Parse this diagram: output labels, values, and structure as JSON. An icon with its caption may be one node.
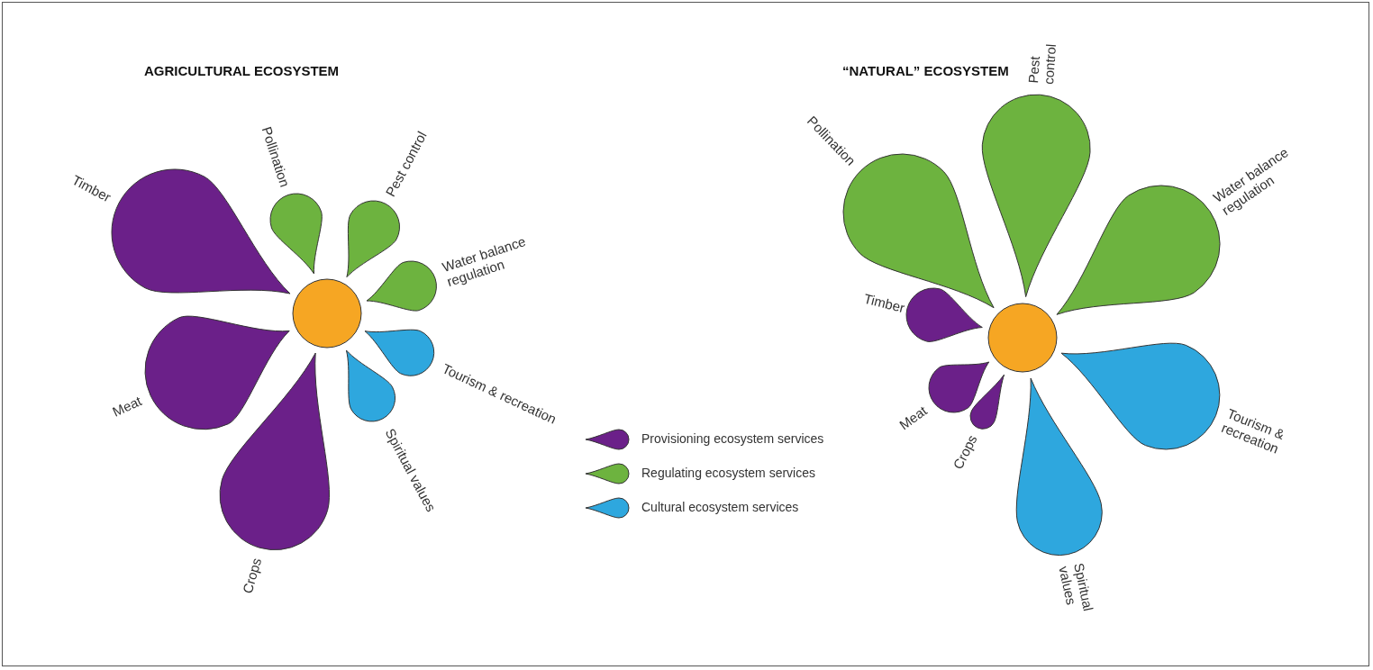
{
  "diagram": {
    "nodes": [
      {
        "text": [],
        "shape": "circle"
      },
      {
        "text": [],
        "shape": "petal",
        "beside": [
          "Pollination"
        ]
      },
      {
        "text": [],
        "shape": "petal",
        "beside": [
          "Pest control"
        ]
      },
      {
        "text": [],
        "shape": "petal",
        "beside": [
          "Water balance regulation"
        ]
      },
      {
        "text": [],
        "shape": "petal",
        "beside": [
          "Timber"
        ]
      },
      {
        "text": [],
        "shape": "petal",
        "beside": [
          "Tourism & recreation"
        ]
      },
      {
        "text": [],
        "shape": "petal",
        "beside": [
          "Meat"
        ]
      },
      {
        "text": [],
        "shape": "petal",
        "beside": [
          "Spiritual values"
        ]
      },
      {
        "text": [],
        "shape": "petal",
        "beside": [
          "Crops"
        ]
      },
      {
        "text": [],
        "shape": "circle"
      },
      {
        "text": [],
        "shape": "petal",
        "beside": [
          "Pollination"
        ]
      },
      {
        "text": [],
        "shape": "petal",
        "beside": [
          "Pest control"
        ]
      },
      {
        "text": [],
        "shape": "petal",
        "beside": [
          "Water balance regulation"
        ]
      },
      {
        "text": [],
        "shape": "petal",
        "beside": [
          "Timber"
        ]
      },
      {
        "text": [],
        "shape": "petal",
        "beside": [
          "Meat"
        ]
      },
      {
        "text": [],
        "shape": "petal",
        "beside": [
          "Tourism & recreation"
        ]
      },
      {
        "text": [],
        "shape": "petal",
        "beside": [
          "Crops"
        ]
      },
      {
        "text": [],
        "shape": "petal",
        "beside": [
          "Spiritual values"
        ]
      }
    ],
    "labels": [
      "AGRICULTURAL ECOSYSTEM",
      "“NATURAL” ECOSYSTEM"
    ],
    "legend": [
      {
        "text": "Provisioning ecosystem services",
        "color": "#6b2089"
      },
      {
        "text": "Regulating ecosystem services",
        "color": "#6db33f"
      },
      {
        "text": "Cultural ecosystem services",
        "color": "#2ea7de"
      }
    ]
  }
}
